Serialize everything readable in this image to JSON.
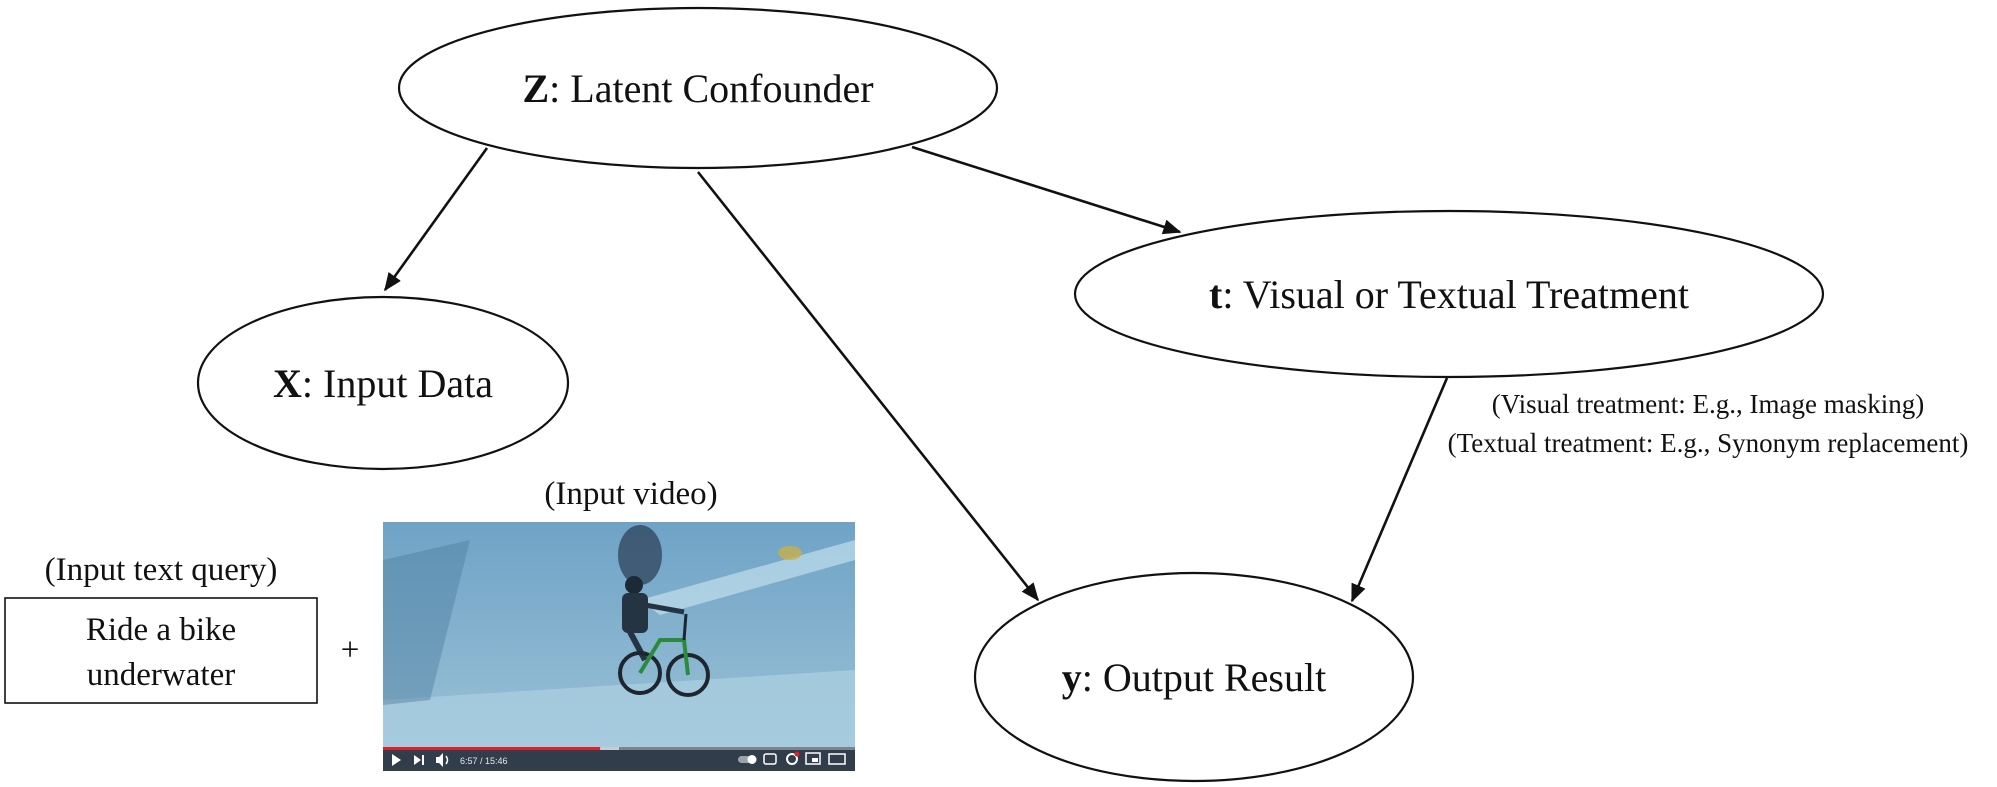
{
  "nodes": {
    "z": {
      "symbol": "Z",
      "label": ": Latent Confounder"
    },
    "x": {
      "symbol": "X",
      "label": ": Input Data"
    },
    "t": {
      "symbol": "t",
      "label": ": Visual or Textual Treatment"
    },
    "y": {
      "symbol": "y",
      "label": ": Output Result"
    }
  },
  "edges": [
    {
      "from": "z",
      "to": "x"
    },
    {
      "from": "z",
      "to": "y"
    },
    {
      "from": "z",
      "to": "t"
    },
    {
      "from": "t",
      "to": "y"
    }
  ],
  "treatment_notes": {
    "visual": "(Visual treatment: E.g., Image masking)",
    "textual": "(Textual treatment: E.g., Synonym replacement)"
  },
  "inputs": {
    "text_caption": "(Input text query)",
    "text_query_line1": "Ride a bike",
    "text_query_line2": "underwater",
    "plus": "+",
    "video_caption": "(Input video)",
    "video_time": "6:57 / 15:46",
    "video_progress": 0.46,
    "video_buffered": 0.5
  },
  "colors": {
    "video_water_top": "#6fa3c6",
    "video_water_bottom": "#9ec4d8",
    "video_progress": "#e0202a",
    "video_controls_bg": "#1c2430"
  }
}
